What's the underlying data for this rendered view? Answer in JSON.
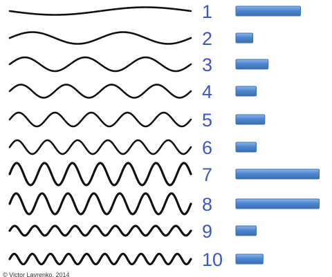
{
  "colors": {
    "wave": "#111111",
    "label": "#3b56c9",
    "bar_top": "#8db6e6",
    "bar_mid": "#4f86cf",
    "bar_bottom": "#3a6fb0",
    "credit": "#333333"
  },
  "modes": [
    {
      "label": "1",
      "cycles": 1.0,
      "amplitude": 0.55,
      "weight": 0.38
    },
    {
      "label": "2",
      "cycles": 2.0,
      "amplitude": 0.85,
      "weight": 0.1
    },
    {
      "label": "3",
      "cycles": 3.0,
      "amplitude": 1.0,
      "weight": 0.19
    },
    {
      "label": "4",
      "cycles": 4.0,
      "amplitude": 0.95,
      "weight": 0.12
    },
    {
      "label": "5",
      "cycles": 5.0,
      "amplitude": 1.0,
      "weight": 0.17
    },
    {
      "label": "6",
      "cycles": 6.0,
      "amplitude": 1.0,
      "weight": 0.12
    },
    {
      "label": "7",
      "cycles": 6.5,
      "amplitude": 1.6,
      "weight": 0.49
    },
    {
      "label": "8",
      "cycles": 7.0,
      "amplitude": 1.5,
      "weight": 0.49
    },
    {
      "label": "9",
      "cycles": 9.0,
      "amplitude": 0.7,
      "weight": 0.12
    },
    {
      "label": "10",
      "cycles": 10.0,
      "amplitude": 0.75,
      "weight": 0.16
    }
  ],
  "credit": "© Victor Lavrenko, 2014"
}
